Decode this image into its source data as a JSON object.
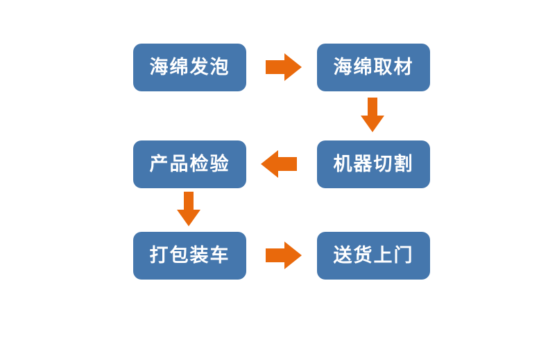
{
  "diagram": {
    "type": "flowchart",
    "colors": {
      "box_fill": "#4577AD",
      "arrow": "#E9690C",
      "text_color": "#FFFFFF",
      "background": "#FFFFFF"
    },
    "nodes": [
      {
        "id": "sponge-foaming",
        "label": "海绵发泡"
      },
      {
        "id": "sponge-material",
        "label": "海绵取材"
      },
      {
        "id": "machine-cutting",
        "label": "机器切割"
      },
      {
        "id": "product-inspection",
        "label": "产品检验"
      },
      {
        "id": "packing-loading",
        "label": "打包装车"
      },
      {
        "id": "door-delivery",
        "label": "送货上门"
      }
    ],
    "arrows": [
      {
        "from": "海绵发泡",
        "to": "海绵取材",
        "direction": "right"
      },
      {
        "from": "海绵取材",
        "to": "机器切割",
        "direction": "down"
      },
      {
        "from": "机器切割",
        "to": "产品检验",
        "direction": "left"
      },
      {
        "from": "产品检验",
        "to": "打包装车",
        "direction": "down"
      },
      {
        "from": "打包装车",
        "to": "送货上门",
        "direction": "right"
      }
    ]
  }
}
